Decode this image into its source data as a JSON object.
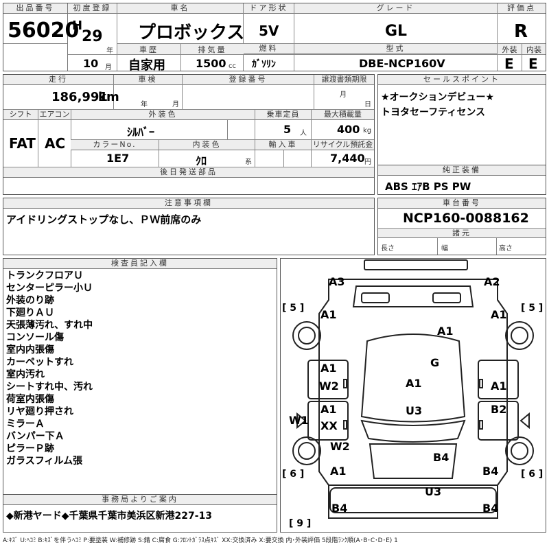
{
  "header": {
    "lot_label": "出品番号",
    "lot_no": "56020",
    "first_reg_label": "初度登録",
    "era": "H",
    "year": "29",
    "year_unit": "年",
    "month": "10",
    "month_unit": "月",
    "car_name_label": "車名",
    "car_name": "プロボックス",
    "history_label": "車歴",
    "history": "自家用",
    "displacement_label": "排気量",
    "displacement": "1500",
    "displacement_unit": "cc",
    "door_label": "ドア形状",
    "door": "5V",
    "fuel_label": "燃料",
    "fuel": "ｶﾞｿﾘﾝ",
    "grade_label": "グレード",
    "grade": "GL",
    "model_label": "型式",
    "model": "DBE-NCP160V",
    "score_label": "評価点",
    "score": "R",
    "ext_label": "外装",
    "ext": "E",
    "int_label": "内装",
    "int": "E"
  },
  "row2": {
    "mileage_label": "走行",
    "mileage": "186,991",
    "mileage_unit": "km",
    "inspection_label": "車検",
    "insp_year_unit": "年",
    "insp_month_unit": "月",
    "reg_no_label": "登録番号",
    "transfer_label": "譲渡書類期限",
    "transfer_month_unit": "月",
    "transfer_day_unit": "日",
    "shift_label": "シフト",
    "shift": "FAT",
    "ac_label": "エアコン",
    "ac": "AC",
    "ext_color_label": "外装色",
    "ext_color": "ｼﾙﾊﾞｰ",
    "capacity_label": "乗車定員",
    "capacity": "5",
    "capacity_unit": "人",
    "max_load_label": "最大積載量",
    "max_load": "400",
    "max_load_unit": "kg",
    "color_no_label": "カラーNo.",
    "color_no": "1E7",
    "int_color_label": "内装色",
    "int_color": "ｸﾛ",
    "int_color_unit": "系",
    "import_label": "輸入車",
    "recycle_label": "リサイクル預託金",
    "recycle": "7,440",
    "recycle_unit": "円",
    "later_parts_label": "後日発送部品"
  },
  "sales": {
    "label": "セールスポイント",
    "lines": [
      "★オークションデビュー★",
      "トヨタセーフティセンス"
    ]
  },
  "equipment": {
    "label": "純正装備",
    "value": "ABS ｴｱB PS PW"
  },
  "notes": {
    "label": "注意事項欄",
    "value": "アイドリングストップなし、ＰＷ前席のみ"
  },
  "chassis": {
    "label": "車台番号",
    "value": "NCP160-0088162",
    "dims_label": "諸元",
    "length_label": "長さ",
    "width_label": "幅",
    "height_label": "高さ"
  },
  "inspector": {
    "label": "検査員記入欄",
    "lines": [
      "トランクフロアＵ",
      "センターピラー小Ｕ",
      "外装のり跡",
      "下廻りＡＵ",
      "天張薄汚れ、すれ中",
      "コンソール傷",
      "室内内張傷",
      "カーペットすれ",
      "室内汚れ",
      "シートすれ中、汚れ",
      "荷室内張傷",
      "リヤ廻り押され",
      "ミラーＡ",
      "バンパー下Ａ",
      "ピラーＰ跡",
      "ガラスフィルム張"
    ]
  },
  "office": {
    "label": "事務局よりご案内",
    "value": "◆新港ヤード◆千葉県千葉市美浜区新港227-13"
  },
  "legend": "A:ｷｽﾞ U:ﾍｺﾐ B:ｷｽﾞを伴うﾍｺﾐ P:要塗装 W:補修跡 S:錆 C:腐食 G:ﾌﾛﾝﾄｶﾞﾗｽ点ｷｽﾞ XX:交換済み X:要交換 内･外装評価 5段階ﾗﾝｸ順(A･B･C･D･E) 1",
  "diagram": {
    "marks": [
      "A3",
      "A2",
      "A1",
      "A1",
      "A1",
      "G",
      "A1",
      "W2",
      "A1",
      "A1",
      "U3",
      "W1",
      "A1",
      "XX",
      "B2",
      "W2",
      "B4",
      "A1",
      "B4",
      "U3",
      "B4",
      "B4"
    ],
    "tires": [
      "[ 5 ]",
      "[ 5 ]",
      "[ 6 ]",
      "[ 6 ]",
      "[ 9 ]"
    ]
  }
}
